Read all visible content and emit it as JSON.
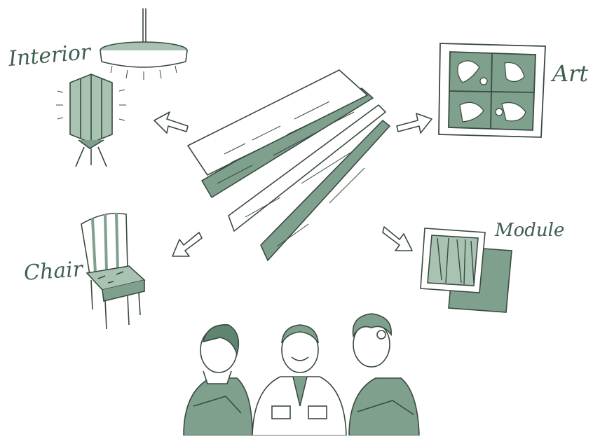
{
  "labels": {
    "interior": "Interior",
    "art": "Art",
    "chair": "Chair",
    "module": "Module"
  },
  "colors": {
    "ink": "#3a4a40",
    "green": "#7ea08c",
    "green_light": "#a9c3b3",
    "green_dark": "#5d8570",
    "paper": "#ffffff"
  }
}
